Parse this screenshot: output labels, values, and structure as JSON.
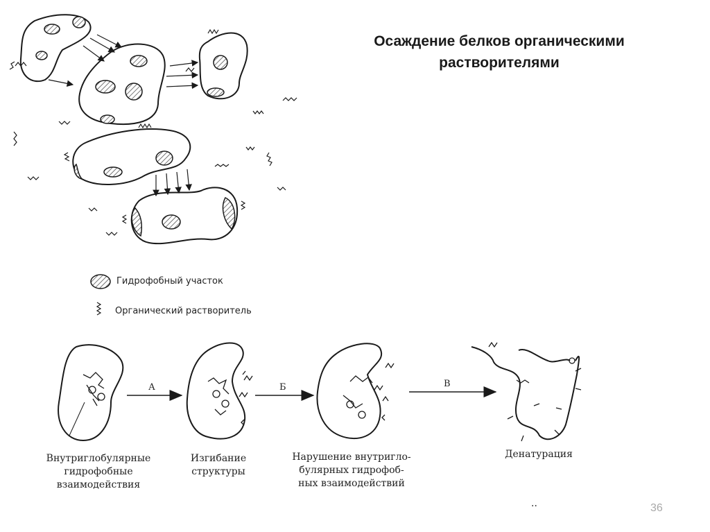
{
  "slide": {
    "title_line1": "Осаждение белков органическими",
    "title_line2": "растворителями",
    "page_number": "36",
    "footer_mark": "..",
    "colors": {
      "ink": "#1a1a1a",
      "hatch": "#555555",
      "page_number": "#a8a8a8"
    }
  },
  "legend": {
    "hydrophobic_label": "Гидрофобный участок",
    "solvent_label": "Органический растворитель"
  },
  "scheme": {
    "steps": [
      {
        "letter": "А"
      },
      {
        "letter": "Б"
      },
      {
        "letter": "В"
      }
    ],
    "captions": [
      {
        "line1": "Внутриглобулярные",
        "line2": "гидрофобные",
        "line3": "взаимодействия"
      },
      {
        "line1": "Изгибание",
        "line2": "структуры"
      },
      {
        "line1": "Нарушение внутригло-",
        "line2": "булярных гидрофоб-",
        "line3": "ных взаимодействий"
      },
      {
        "line1": "Денатурация"
      }
    ]
  }
}
